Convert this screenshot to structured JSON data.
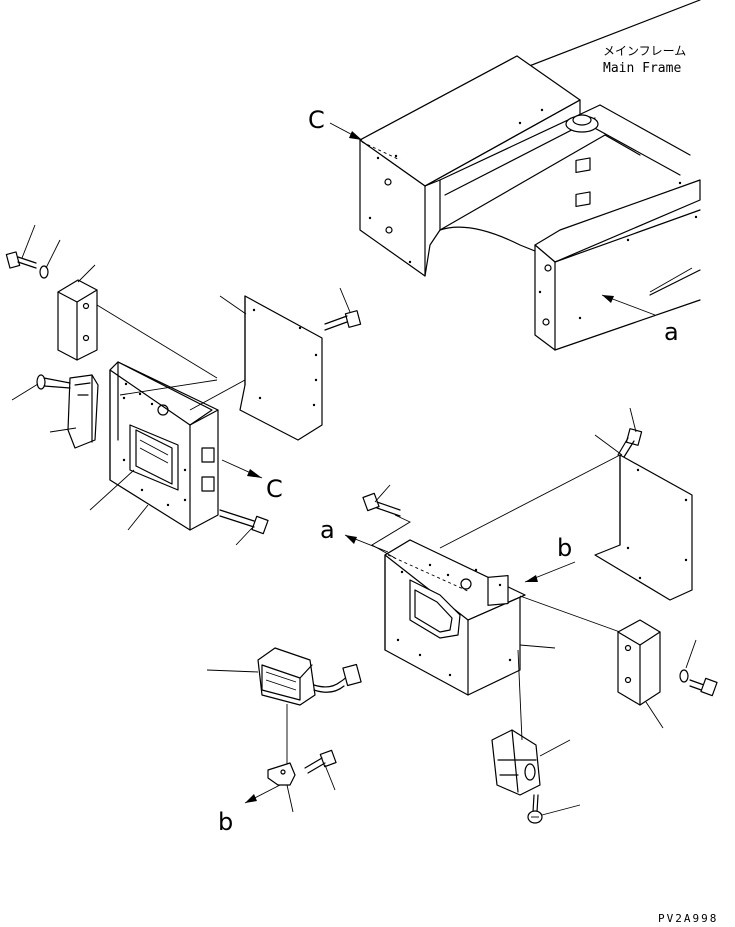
{
  "labels": {
    "main_frame_jp": "メインフレーム",
    "main_frame_en": "Main Frame",
    "ref_c_top": "C",
    "ref_c_left": "C",
    "ref_a_right": "a",
    "ref_a_center": "a",
    "ref_b_center": "b",
    "ref_b_bottom": "b",
    "drawing_code": "PV2A998"
  }
}
